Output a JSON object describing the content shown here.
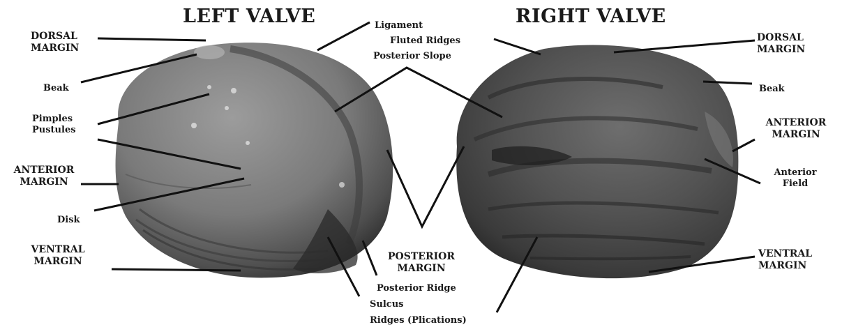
{
  "titles": {
    "left": "LEFT VALVE",
    "right": "RIGHT VALVE"
  },
  "left_labels": {
    "dorsal_margin": [
      "DORSAL",
      "MARGIN"
    ],
    "beak": "Beak",
    "pimples_pustules": [
      "Pimples",
      "Pustules"
    ],
    "anterior_margin": [
      "ANTERIOR",
      "MARGIN"
    ],
    "disk": "Disk",
    "ventral_margin": [
      "VENTRAL",
      "MARGIN"
    ]
  },
  "center_labels": {
    "top": [
      "Ligament",
      "Fluted Ridges",
      "Posterior Slope"
    ],
    "posterior_margin": [
      "POSTERIOR",
      "MARGIN"
    ],
    "bottom": [
      "Posterior Ridge",
      "Sulcus",
      "Ridges (Plications)"
    ]
  },
  "right_labels": {
    "dorsal_margin": [
      "DORSAL",
      "MARGIN"
    ],
    "beak": "Beak",
    "anterior_margin": [
      "ANTERIOR",
      "MARGIN"
    ],
    "anterior_field": [
      "Anterior",
      "Field"
    ],
    "ventral_margin": [
      "VENTRAL",
      "MARGIN"
    ]
  },
  "colors": {
    "shell_light": "#8f8f8f",
    "shell_mid": "#5e5e5e",
    "shell_dark": "#2e2e2e",
    "leader_line": "#111111",
    "text": "#1a1a1a"
  }
}
